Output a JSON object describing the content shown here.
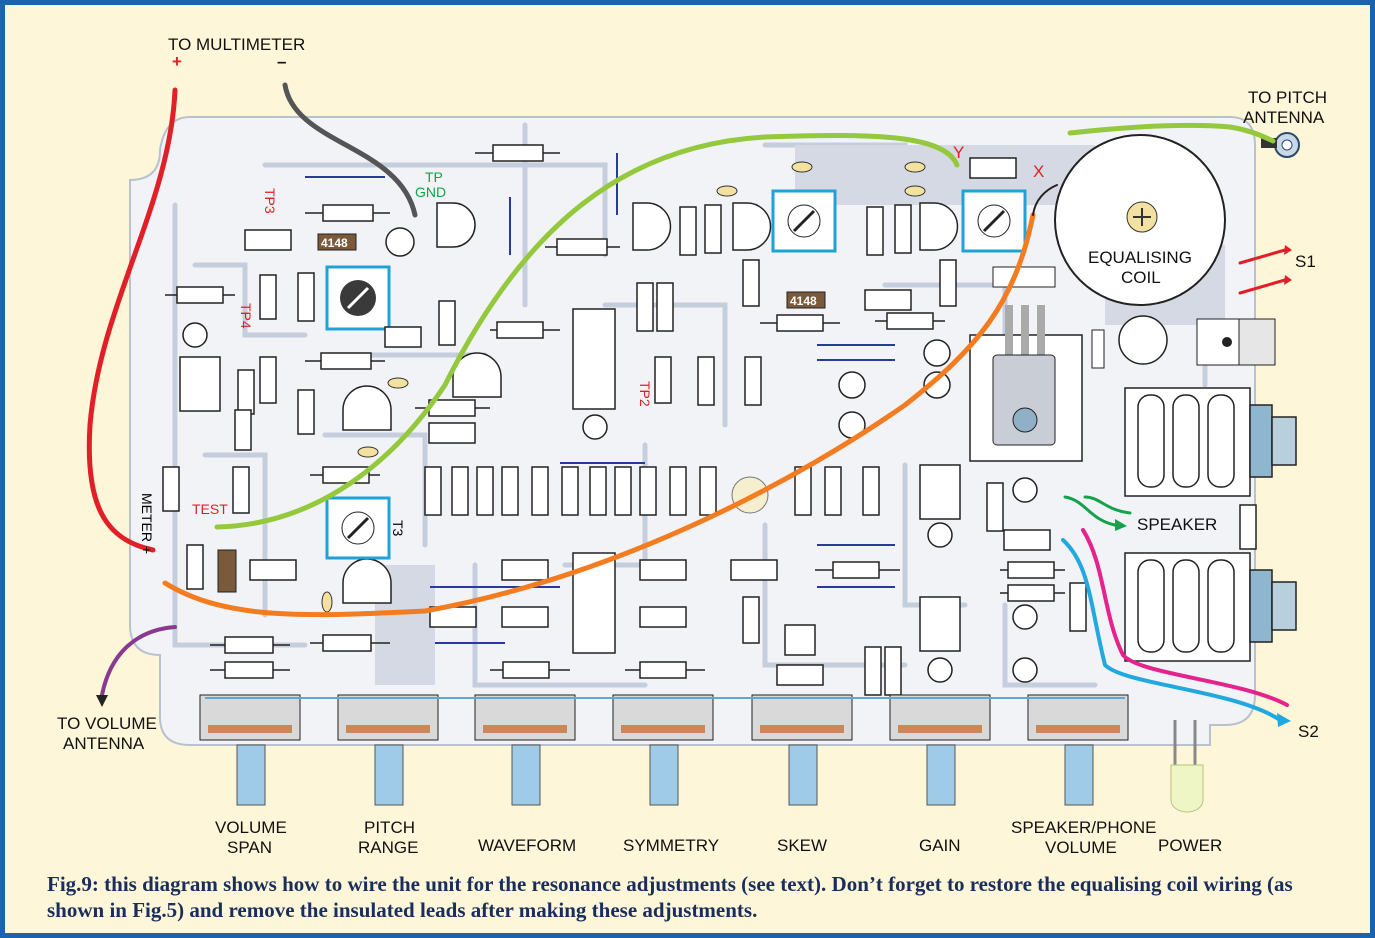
{
  "labels": {
    "to_multimeter": "TO MULTIMETER",
    "plus": "+",
    "minus": "–",
    "to_pitch_antenna": [
      "TO PITCH",
      "ANTENNA"
    ],
    "to_volume_antenna": [
      "TO VOLUME",
      "ANTENNA"
    ],
    "equalising_coil": [
      "EQUALISING",
      "COIL"
    ],
    "s1": "S1",
    "s2": "S2",
    "speaker": "SPEAKER",
    "test": "TEST",
    "meter_plus": "METER +",
    "tp_gnd": [
      "TP",
      "GND"
    ],
    "tp2": "TP2",
    "tp3": "TP3",
    "tp4": "TP4",
    "t3": "T3",
    "x": "X",
    "y": "Y",
    "diode": "4148",
    "controls": [
      {
        "line1": "VOLUME",
        "line2": "SPAN"
      },
      {
        "line1": "PITCH",
        "line2": "RANGE"
      },
      {
        "line1": "",
        "line2": "WAVEFORM"
      },
      {
        "line1": "",
        "line2": "SYMMETRY"
      },
      {
        "line1": "",
        "line2": "SKEW"
      },
      {
        "line1": "",
        "line2": "GAIN"
      },
      {
        "line1": "SPEAKER/PHONE",
        "line2": "VOLUME"
      },
      {
        "line1": "",
        "line2": "POWER"
      }
    ]
  },
  "caption": "Fig.9: this diagram shows how to wire the unit for the resonance adjustments (see text). Don’t forget to restore the equalising coil wiring (as shown in Fig.5) and remove the insulated leads after making these adjustments.",
  "colors": {
    "border": "#1b63ad",
    "page": "#fdf6d8",
    "board": "#f1f3f7",
    "track": "#c5cedd",
    "wire_red": "#e01f26",
    "wire_grey": "#555555",
    "wire_green": "#94c83d",
    "wire_orange": "#f47c20",
    "wire_purple": "#8a3a8e",
    "wire_cyan": "#21a8df",
    "wire_magenta": "#e6228c",
    "trimpot_frame": "#1fa2d8",
    "label_red": "#e01f26",
    "label_green": "#13a34a"
  }
}
